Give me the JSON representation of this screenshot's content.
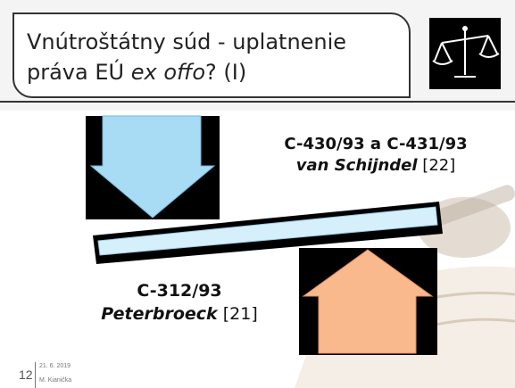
{
  "title": {
    "prefix": "Vnútroštátny súd - uplatnenie práva EÚ ",
    "italic": "ex offo",
    "suffix": "? (I)"
  },
  "case_a": {
    "number": "C-430/93 a C-431/93",
    "name": "van Schijndel",
    "ref": "[22]"
  },
  "case_b": {
    "number": "C-312/93",
    "name": "Peterbroeck",
    "ref": "[21]"
  },
  "footer": {
    "slide_number": "12",
    "date": "21. 6. 2019",
    "author": "M. Kianička"
  },
  "icons": [
    "scales-of-justice-icon",
    "down-arrow-icon",
    "up-arrow-icon"
  ],
  "colors": {
    "down_arrow": "#a8dcf4",
    "up_arrow": "#f9b98d",
    "beam": "#d6f0fb",
    "frame": "#333333"
  }
}
